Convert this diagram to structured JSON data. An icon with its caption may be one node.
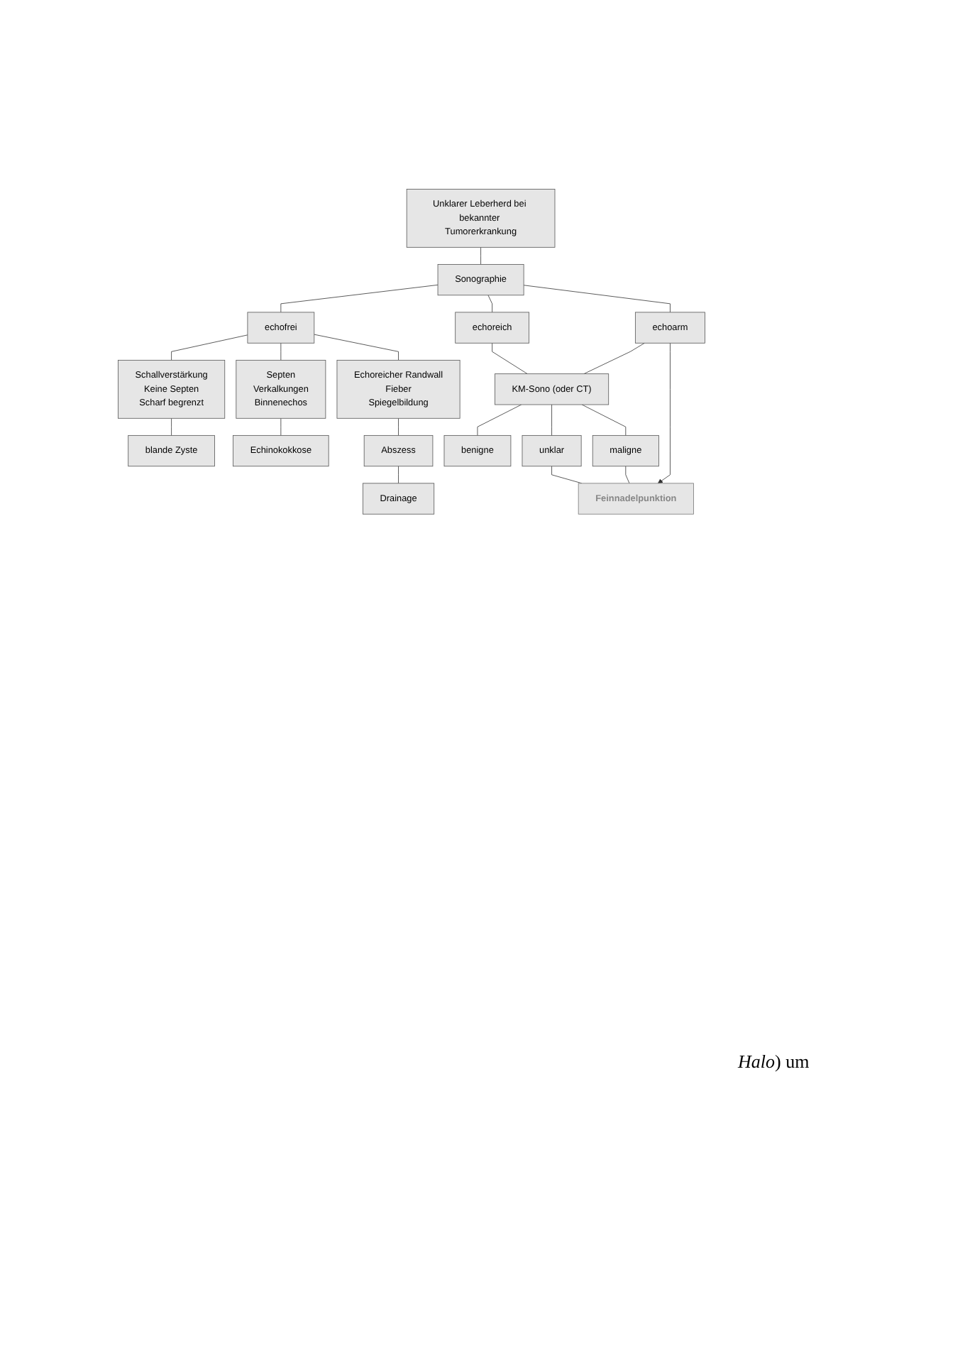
{
  "diagram": {
    "nodes": [
      {
        "text": [
          "Unklarer Leberherd bei bekannter Tumorerkrankung"
        ]
      },
      {
        "text": [
          "Sonographie"
        ]
      },
      {
        "text": [
          "echofrei"
        ]
      },
      {
        "text": [
          "echoreich"
        ]
      },
      {
        "text": [
          "echoarm"
        ]
      },
      {
        "text": [
          "KM-Sono (oder CT)"
        ]
      },
      {
        "text": [
          "benigne"
        ]
      },
      {
        "text": [
          "unklar"
        ]
      },
      {
        "text": [
          "maligne"
        ]
      },
      {
        "text": [
          "Schallverstärkung",
          "Keine Septen",
          "Scharf begrenzt"
        ]
      },
      {
        "text": [
          "Septen",
          "Verkalkungen",
          "Binnenechos"
        ]
      },
      {
        "text": [
          "Echoreicher Randwall",
          "Fieber",
          "Spiegelbildung"
        ]
      },
      {
        "text": [
          "Feinnadelpunktion"
        ]
      },
      {
        "text": [
          "blande Zyste"
        ]
      },
      {
        "text": [
          "Echinokokkose"
        ]
      },
      {
        "text": [
          "Abszess"
        ]
      },
      {
        "text": [
          "Drainage"
        ]
      }
    ],
    "edges": [
      {
        "from": 0,
        "to": 1,
        "arrow": "none"
      },
      {
        "from": 1,
        "to": 2,
        "arrow": "none"
      },
      {
        "from": 1,
        "to": 3,
        "arrow": "none"
      },
      {
        "from": 1,
        "to": 4,
        "arrow": "none"
      },
      {
        "from": 2,
        "to": 9,
        "arrow": "none"
      },
      {
        "from": 2,
        "to": 10,
        "arrow": "none"
      },
      {
        "from": 2,
        "to": 11,
        "arrow": "none"
      },
      {
        "from": 3,
        "to": 5,
        "arrow": "none"
      },
      {
        "from": 4,
        "to": 5,
        "arrow": "none"
      },
      {
        "from": 4,
        "to": 12,
        "arrow": "to"
      },
      {
        "from": 5,
        "to": 6,
        "arrow": "none"
      },
      {
        "from": 5,
        "to": 7,
        "arrow": "none"
      },
      {
        "from": 5,
        "to": 8,
        "arrow": "none"
      },
      {
        "from": 7,
        "to": 12,
        "arrow": "none"
      },
      {
        "from": 8,
        "to": 12,
        "arrow": "none"
      },
      {
        "from": 9,
        "to": 13,
        "arrow": "none"
      },
      {
        "from": 10,
        "to": 14,
        "arrow": "none"
      },
      {
        "from": 11,
        "to": 15,
        "arrow": "none"
      },
      {
        "from": 15,
        "to": 16,
        "arrow": "none"
      }
    ],
    "labels": [
      "*Halo*) um"
    ]
  }
}
